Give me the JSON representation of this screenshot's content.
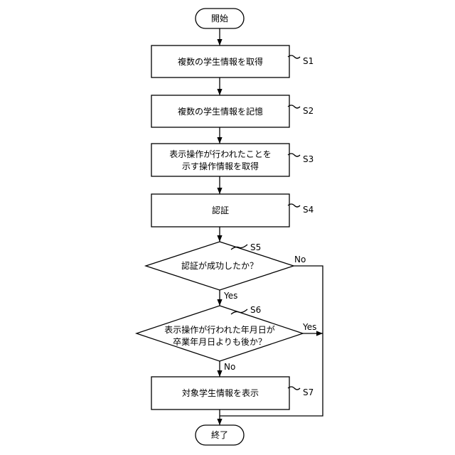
{
  "flowchart": {
    "start": "開始",
    "end": "終了",
    "steps": {
      "s1": {
        "text": [
          "複数の学生情報を取得"
        ],
        "label": "S1"
      },
      "s2": {
        "text": [
          "複数の学生情報を記憶"
        ],
        "label": "S2"
      },
      "s3": {
        "text": [
          "表示操作が行われたことを",
          "示す操作情報を取得"
        ],
        "label": "S3"
      },
      "s4": {
        "text": [
          "認証"
        ],
        "label": "S4"
      },
      "s7": {
        "text": [
          "対象学生情報を表示"
        ],
        "label": "S7"
      }
    },
    "decisions": {
      "s5": {
        "text": [
          "認証が成功したか？"
        ],
        "label": "S5",
        "yes_label": "Yes",
        "no_label": "No"
      },
      "s6": {
        "text": [
          "表示操作が行われた年月日が",
          "卒業年月日よりも後か？"
        ],
        "label": "S6",
        "yes_label": "Yes",
        "no_label": "No"
      }
    }
  }
}
